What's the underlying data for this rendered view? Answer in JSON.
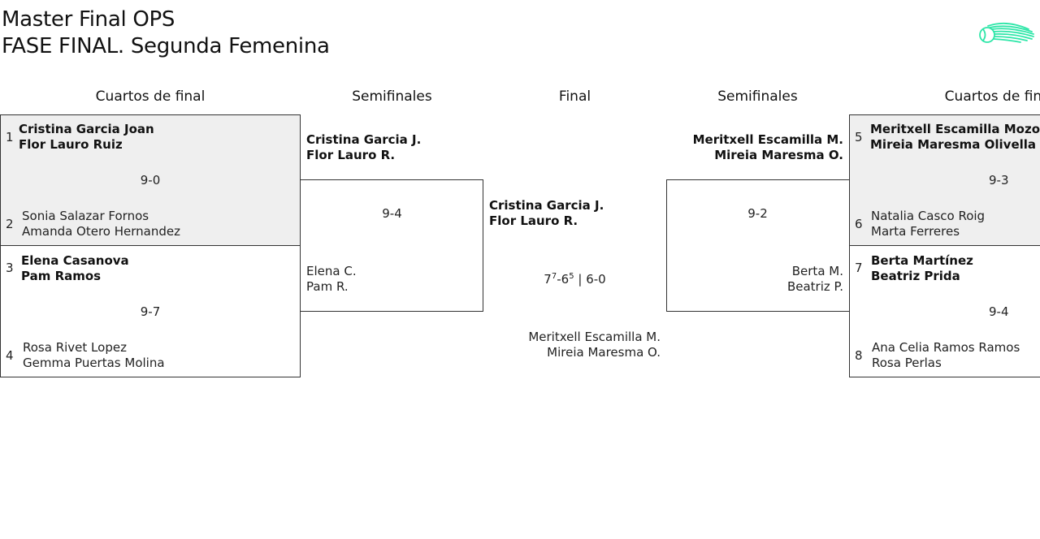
{
  "header": {
    "title_line1": "Master Final OPS",
    "title_line2": "FASE FINAL. Segunda Femenina"
  },
  "logo": {
    "icon": "tennis-ball-logo-icon",
    "color": "#2ee6a8"
  },
  "rounds": {
    "left_quarters": "Cuartos de final",
    "left_semis": "Semifinales",
    "final": "Final",
    "right_semis": "Semifinales",
    "right_quarters": "Cuartos de final"
  },
  "colors": {
    "winner_box_bg": "#efefef",
    "border": "#333333"
  },
  "quarterfinals_left": [
    {
      "top": {
        "seed": "1",
        "names": [
          "Cristina Garcia Joan",
          "Flor Lauro Ruiz"
        ],
        "winner": true
      },
      "bottom": {
        "seed": "2",
        "names": [
          "Sonia Salazar Fornos",
          "Amanda Otero Hernandez"
        ],
        "winner": false
      },
      "score": "9-0"
    },
    {
      "top": {
        "seed": "3",
        "names": [
          "Elena Casanova",
          "Pam Ramos"
        ],
        "winner": true
      },
      "bottom": {
        "seed": "4",
        "names": [
          "Rosa Rivet Lopez",
          "Gemma Puertas Molina"
        ],
        "winner": false
      },
      "score": "9-7"
    }
  ],
  "semifinal_left": {
    "top": {
      "names": [
        "Cristina Garcia J.",
        "Flor Lauro R."
      ],
      "winner": true
    },
    "bottom": {
      "names": [
        "Elena C.",
        "Pam R."
      ],
      "winner": false
    },
    "score": "9-4"
  },
  "final": {
    "top": {
      "names": [
        "Cristina Garcia J.",
        "Flor Lauro R."
      ],
      "winner": true
    },
    "bottom": {
      "names": [
        "Meritxell Escamilla M.",
        "Mireia Maresma O."
      ],
      "winner": false
    },
    "score": {
      "set1_a": "7",
      "set1_a_tb": "7",
      "set1_b": "6",
      "set1_b_tb": "5",
      "separator": "|",
      "set2": "6-0"
    }
  },
  "semifinal_right": {
    "top": {
      "names": [
        "Meritxell Escamilla M.",
        "Mireia Maresma O."
      ],
      "winner": true
    },
    "bottom": {
      "names": [
        "Berta M.",
        "Beatriz P."
      ],
      "winner": false
    },
    "score": "9-2"
  },
  "quarterfinals_right": [
    {
      "top": {
        "seed": "5",
        "names": [
          "Meritxell Escamilla Mozo",
          "Mireia Maresma Olivella"
        ],
        "winner": true
      },
      "bottom": {
        "seed": "6",
        "names": [
          "Natalia Casco Roig",
          "Marta Ferreres"
        ],
        "winner": false
      },
      "score": "9-3"
    },
    {
      "top": {
        "seed": "7",
        "names": [
          "Berta Martínez",
          "Beatriz Prida"
        ],
        "winner": true
      },
      "bottom": {
        "seed": "8",
        "names": [
          "Ana Celia Ramos Ramos",
          "Rosa Perlas"
        ],
        "winner": false
      },
      "score": "9-4"
    }
  ]
}
